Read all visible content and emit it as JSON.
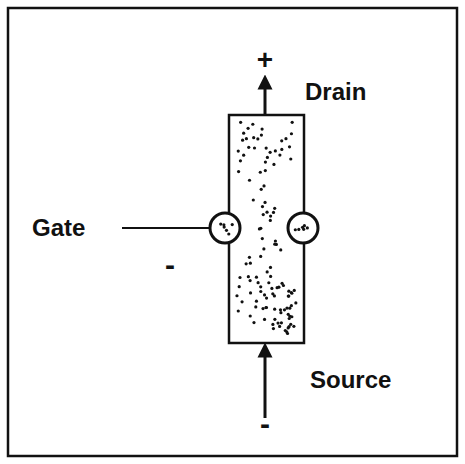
{
  "diagram": {
    "labels": [
      "+",
      "Drain",
      "Gate",
      "-",
      "Source",
      "-"
    ]
  }
}
